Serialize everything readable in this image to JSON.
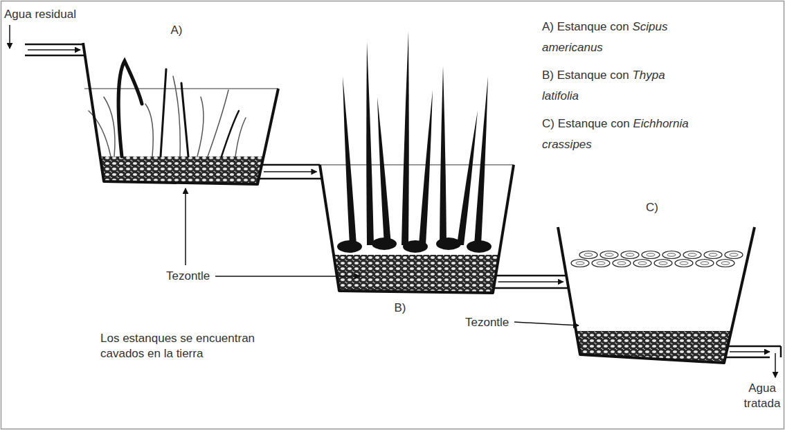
{
  "diagram": {
    "nodes": [
      {
        "text": [
          "A)"
        ]
      },
      {
        "text": [
          "B)"
        ]
      },
      {
        "text": [
          "C)"
        ]
      }
    ],
    "edges": [
      {
        "from": 0,
        "to": 1,
        "arrow": "to"
      },
      {
        "from": 1,
        "to": 2,
        "arrow": "to"
      }
    ],
    "labels": [
      "Agua residual",
      "A) Estanque con",
      "Scipus americanus",
      "B) Estanque con",
      "Thypa latifolia",
      "C) Estanque con",
      "Eichhornia crassipes",
      "Tezontle",
      "Tezontle",
      "Los estanques se encuentran cavados en la tierra",
      "Agua tratada"
    ]
  }
}
